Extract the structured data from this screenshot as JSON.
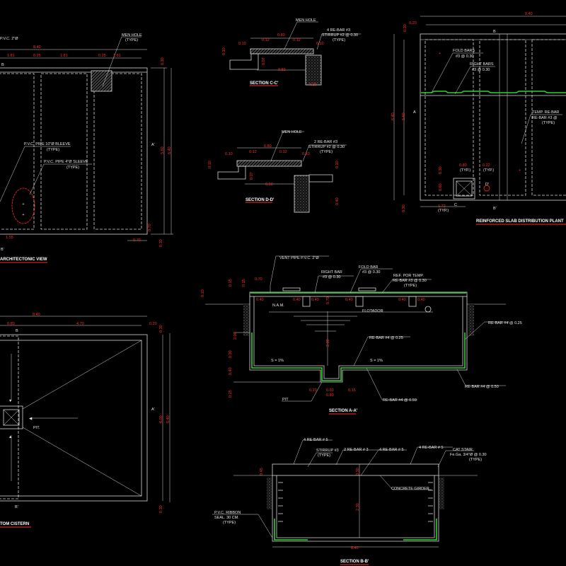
{
  "colors": {
    "background": "#000000",
    "lines": "#d8d8d8",
    "dimensions": "#ff2a2a",
    "rebar": "#2fd12f"
  },
  "arch_view": {
    "title": "ARCHITECTONIC VIEW",
    "vent_label": "P.V.C. 2\"Ø",
    "manhole": "MEN HOLE",
    "manhole_type": "(TYPE)",
    "pipe10": "P.V.C. PIPE 10\"Ø BLEEVE",
    "pipe10_type": "(TYPE)",
    "pipe4": "P.V.C. PIPE 4\"Ø SLEEVE",
    "pipe4_type": "(TYPE)",
    "section_b": "B",
    "section_b2": "B'",
    "section_a2": "A'",
    "dims": [
      "8.40",
      "1.81",
      "0.25",
      "1.81",
      "0.25",
      "1.81",
      "0.30",
      "5.60",
      "6.40",
      "0.70",
      "0.30",
      "0.70",
      "1.55"
    ]
  },
  "section_cc": {
    "title": "SECTION C-C'",
    "manhole": "MEN HOLE",
    "rebar": "4 RE-BAR #3",
    "stirrup": "STIRRUP #2 @ 0.30",
    "type": "(TYPE)",
    "dims": [
      "0.80",
      "0.12",
      "0.12",
      "0.10",
      "0.10",
      "0.10",
      "0.07",
      "0.82",
      "0.20"
    ]
  },
  "section_dd": {
    "title": "SECTION D-D'",
    "manhole": "MEN HOLE",
    "rebar": "2 RE-BAR #3",
    "stirrup": "STIRRUP #2 @ 0.30",
    "type": "(TYPE)",
    "dims": [
      "0.80",
      "0.12",
      "0.12",
      "0.10",
      "0.10",
      "0.10",
      "0.07",
      "0.60",
      "0.10",
      "0.40"
    ]
  },
  "slab_plan": {
    "title": "REINFORCED SLAB DISTRIBUTION PLANT",
    "fold_bars": "FOLD BARS",
    "fold_bars_spec": "#3 @ 0.30",
    "right_bars": "RIGHT BARS",
    "right_bars_spec": "#3 @ 0.30",
    "temp_rebar": "TEMP. RE-BAR",
    "temp_rebar_spec": "RE-BAR #3 @",
    "type": "(TYPE)",
    "section_b": "B",
    "section_b2": "B'",
    "section_a": "A",
    "section_c": "C",
    "section_d": "D'",
    "dims": [
      "8.40",
      "0.20",
      "0.30",
      "6.40",
      "5.60",
      "0.80",
      "0.22",
      "0.30",
      "0.60",
      "1.72",
      "0.30"
    ],
    "dim_types": [
      "(TYP.)",
      "(TYP.)",
      "(TYP.)"
    ]
  },
  "section_aa": {
    "title": "SECTION A-A'",
    "vent": "VENT PIPE P.V.C. 2\"Ø",
    "fold_bar": "FOLD BAR",
    "fold_bar_spec": "#3 @ 0.30",
    "right_bar": "RIGHT BAR",
    "right_bar_spec": "#3 @ 0.30",
    "temp": "REF. POR TEMP.",
    "temp_spec": "RE-BAR #3 @ 0.30",
    "type": "(TYPE)",
    "water_level": "N.A.M.",
    "floater": "FLOTADOR",
    "rebar_025": "RE-BAR #4 @ 0.25",
    "rebar_right": "RE-BAR #4 @ 0.25",
    "rebar_050a": "RE-BAR #4 @ 0.50",
    "rebar_050b": "RE-BAR #4 @ 0.50",
    "slope_left": "S = 1%",
    "slope_right": "S = 1%",
    "pit": "PIT",
    "dims": [
      "0.70",
      "0.15",
      "0.15",
      "0.10",
      "0.40",
      "0.40",
      "0.40",
      "0.40",
      "0.40",
      "0.40",
      "0.70",
      "2.00",
      "2.00",
      "0.30",
      "0.40",
      "0.25",
      "0.20",
      "0.60",
      "0.15",
      "0.80"
    ]
  },
  "section_bb": {
    "title": "SECTION B-B'",
    "rebar_left": "4 RE-BAR # 5",
    "stirrup": "STIRRUP #3",
    "stirrup_type": "(TYPE)",
    "rebar_2": "2 RE-BAR # 3",
    "rebar_4": "4 RE-BAR # 5",
    "rebar_right": "4 RE-BAR # 5",
    "cat_stair": "CAT STAIR",
    "cat_stair_spec": "Fe.Ga. 3/4\"Ø @ 0.30",
    "cat_stair_type": "(TYPE)",
    "girder": "CONCRETE GIRDER",
    "pvc_ribbon": "P.V.C. RIBBON",
    "pvc_seal": "SEAL. 30 CM.",
    "pvc_type": "(TYPE)",
    "dims": [
      "0.45",
      "0.30",
      "2.30",
      "8.40"
    ]
  },
  "bottom_cistern": {
    "title": "TOM CISTERN",
    "pit": "PIT.",
    "section_b": "B",
    "section_b2": "B'",
    "section_a2": "A'",
    "dims": [
      "8.40",
      "0.80",
      "4.70",
      "0.20",
      "0.30",
      "6.00",
      "6.40",
      "0.30"
    ]
  }
}
